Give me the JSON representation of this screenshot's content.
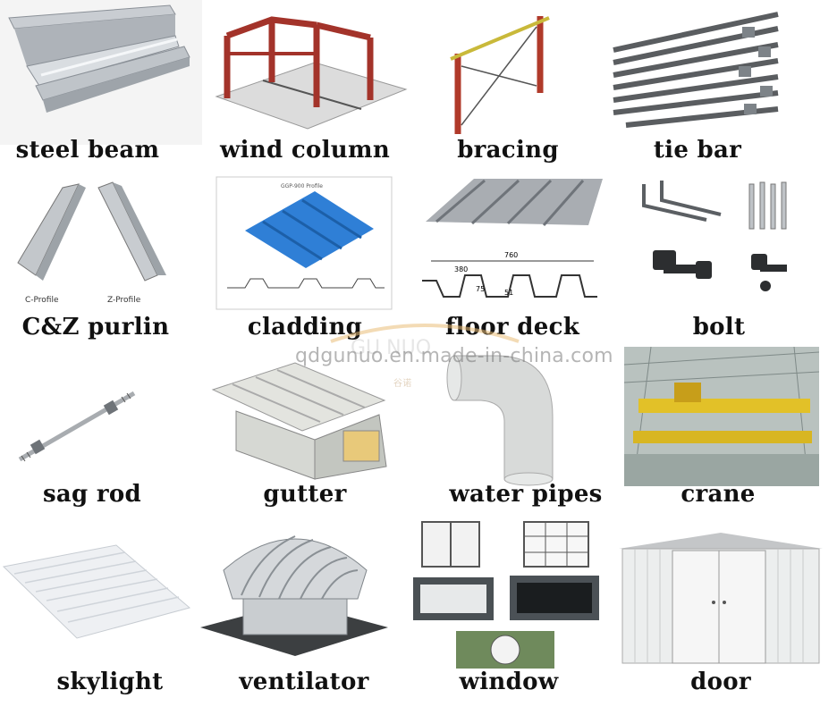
{
  "watermark": {
    "text": "qdgunuo.en.made-in-china.com",
    "logo_text": "GU NUO",
    "sub_text": "谷诺"
  },
  "items": [
    {
      "label": "steel beam",
      "icon": "steel-beam"
    },
    {
      "label": "wind column",
      "icon": "wind-column"
    },
    {
      "label": "bracing",
      "icon": "bracing"
    },
    {
      "label": "tie bar",
      "icon": "tie-bar"
    },
    {
      "label": "C&Z purlin",
      "icon": "purlin",
      "captions": [
        "C-Profile",
        "Z-Profile"
      ]
    },
    {
      "label": "cladding",
      "icon": "cladding",
      "caption": "GGP-900 Profile"
    },
    {
      "label": "floor deck",
      "icon": "floor-deck",
      "dims": [
        "760",
        "380",
        "75",
        "51"
      ]
    },
    {
      "label": "bolt",
      "icon": "bolt"
    },
    {
      "label": "sag rod",
      "icon": "sag-rod"
    },
    {
      "label": "gutter",
      "icon": "gutter"
    },
    {
      "label": "water pipes",
      "icon": "water-pipe"
    },
    {
      "label": "crane",
      "icon": "crane"
    },
    {
      "label": "skylight",
      "icon": "skylight"
    },
    {
      "label": "ventilator",
      "icon": "ventilator"
    },
    {
      "label": "window",
      "icon": "window"
    },
    {
      "label": "door",
      "icon": "door"
    }
  ]
}
